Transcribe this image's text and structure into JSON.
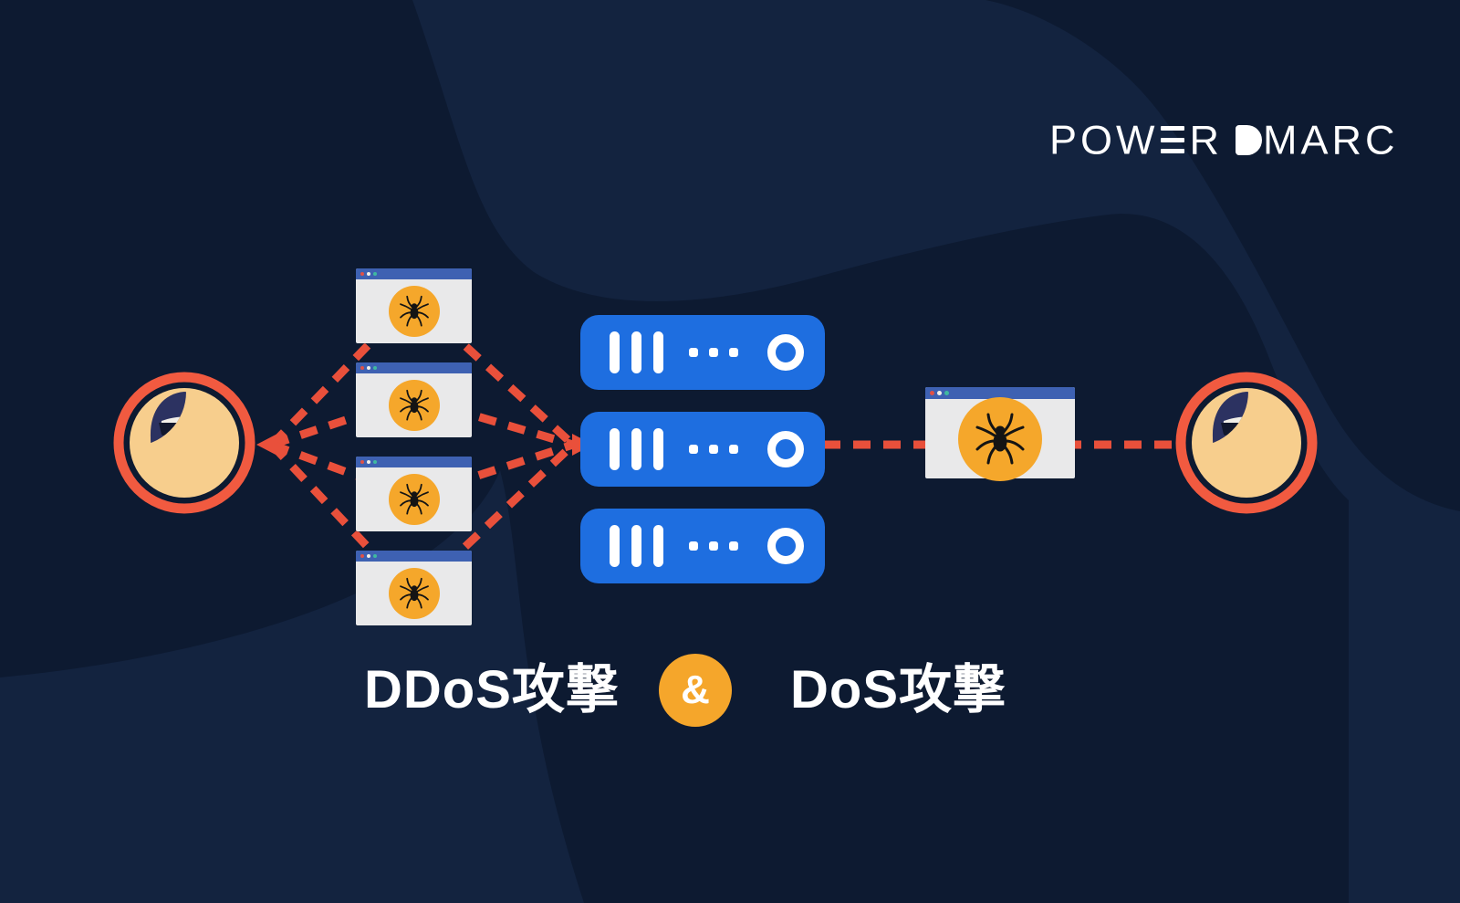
{
  "brand": {
    "full_name": "POWER DMARC",
    "logo_part1": "POW",
    "logo_part2": "R",
    "logo_part3": "MARC"
  },
  "caption": {
    "ddos_label": "DDoS攻撃",
    "ampersand": "&",
    "dos_label": "DoS攻撃"
  },
  "diagram": {
    "left_attacker": {
      "icon": "hacker-avatar",
      "role": "DDoS attacker"
    },
    "right_attacker": {
      "icon": "hacker-avatar",
      "role": "DoS attacker"
    },
    "bot_windows": {
      "count": 4,
      "icon": "spider-malware-window"
    },
    "server_racks": {
      "count": 3,
      "icon": "server-rack"
    },
    "malware_window": {
      "count": 1,
      "icon": "spider-malware-window"
    }
  },
  "colors": {
    "background_dark": "#0d1a31",
    "background_light_blob": "#13233f",
    "attack_line_red": "#e9503b",
    "avatar_ring_red": "#f15a40",
    "avatar_bg_yellow": "#f7ce8d",
    "hood_indigo": "#2c3261",
    "laptop_periwinkle": "#8ea6dc",
    "spider_circle_orange": "#f5a72b",
    "server_blue": "#1e6ee0",
    "window_titlebar_blue": "#3e61b2",
    "window_body_gray": "#e9e9ea",
    "text_white": "#ffffff"
  }
}
